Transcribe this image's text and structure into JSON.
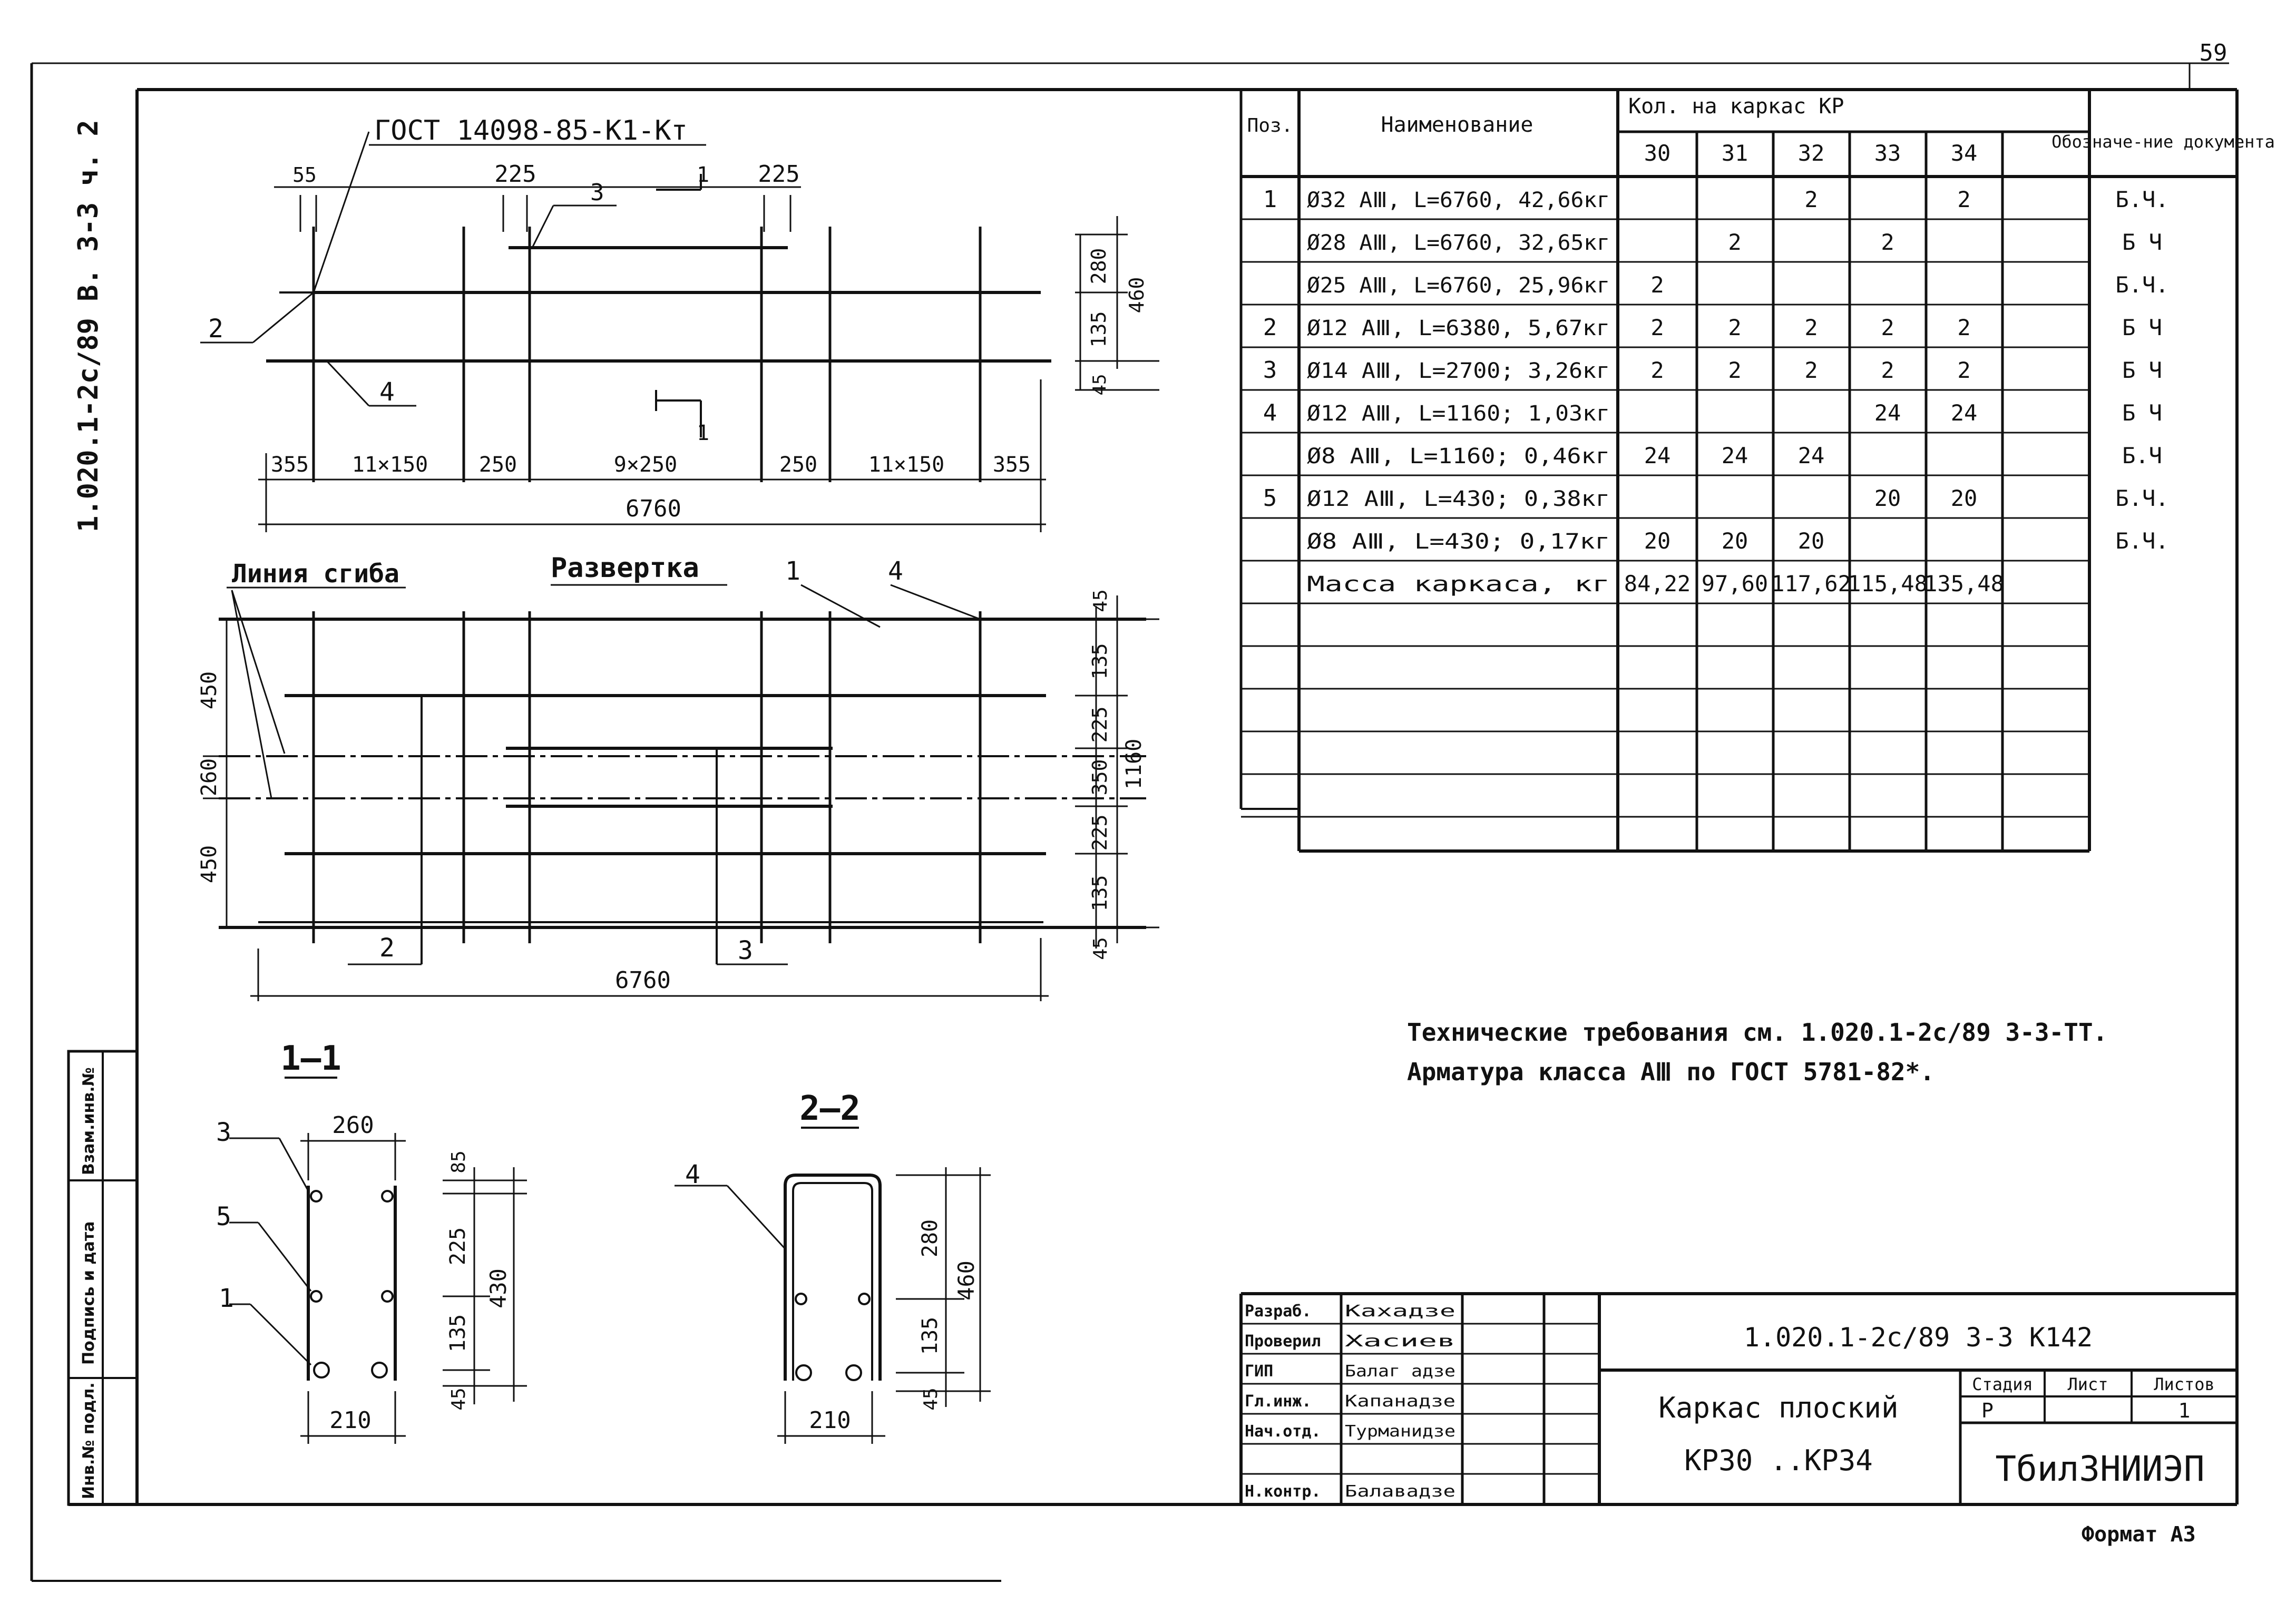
{
  "sheet_number": "59",
  "side_code": "1.020.1-2с/89 В. 3-3 ч. 2",
  "side_stamp": [
    "Инв.№ подл.",
    "Подпись и дата",
    "Взам.инв.№"
  ],
  "drawing": {
    "gost_label": "ГОСТ 14098-85-К1-Кт",
    "bend_line_label": "Линия сгиба",
    "unfold_label": "Развертка",
    "elevation": {
      "top_dims": [
        "55",
        "225",
        "225"
      ],
      "callouts": [
        "1",
        "2",
        "3",
        "4"
      ],
      "section_mark": "1",
      "right_dims": [
        "280",
        "135",
        "45",
        "460"
      ],
      "spacing": [
        "355",
        "11×150",
        "250",
        "9×250",
        "250",
        "11×150",
        "355"
      ],
      "total": "6760"
    },
    "unfold": {
      "callouts": [
        "1",
        "4",
        "2",
        "3"
      ],
      "right_dims": [
        "45",
        "135",
        "225",
        "350",
        "225",
        "135",
        "45",
        "1160"
      ],
      "left_dims": [
        "450",
        "260",
        "450"
      ],
      "total": "6760"
    },
    "section_1": {
      "title": "1–1",
      "callouts": [
        "3",
        "5",
        "1"
      ],
      "top_dim": "260",
      "right_dims": [
        "85",
        "225",
        "135",
        "45",
        "430"
      ],
      "bottom_dim": "210"
    },
    "section_2": {
      "title": "2–2",
      "callouts": [
        "4"
      ],
      "right_dims": [
        "280",
        "135",
        "45",
        "460"
      ],
      "bottom_dim": "210"
    }
  },
  "spec_table": {
    "headers": {
      "pos": "Поз.",
      "name": "Наименование",
      "qty": "Кол. на каркас КР",
      "doc": "Обозначе-ние документа",
      "variants": [
        "30",
        "31",
        "32",
        "33",
        "34",
        ""
      ]
    },
    "rows": [
      {
        "pos": "1",
        "name": "Ø32 АⅢ, L=6760, 42,66кг",
        "q": [
          "",
          "",
          "2",
          "",
          "2",
          ""
        ],
        "doc": "Б.Ч."
      },
      {
        "pos": "",
        "name": "Ø28 АⅢ, L=6760, 32,65кг",
        "q": [
          "",
          "2",
          "",
          "2",
          "",
          ""
        ],
        "doc": "Б Ч"
      },
      {
        "pos": "",
        "name": "Ø25 АⅢ, L=6760, 25,96кг",
        "q": [
          "2",
          "",
          "",
          "",
          "",
          ""
        ],
        "doc": "Б.Ч."
      },
      {
        "pos": "2",
        "name": "Ø12 АⅢ, L=6380, 5,67кг",
        "q": [
          "2",
          "2",
          "2",
          "2",
          "2",
          ""
        ],
        "doc": "Б Ч"
      },
      {
        "pos": "3",
        "name": "Ø14 АⅢ, L=2700; 3,26кг",
        "q": [
          "2",
          "2",
          "2",
          "2",
          "2",
          ""
        ],
        "doc": "Б Ч"
      },
      {
        "pos": "4",
        "name": "Ø12 АⅢ, L=1160; 1,03кг",
        "q": [
          "",
          "",
          "",
          "24",
          "24",
          ""
        ],
        "doc": "Б Ч"
      },
      {
        "pos": "",
        "name": "Ø8 АⅢ, L=1160; 0,46кг",
        "q": [
          "24",
          "24",
          "24",
          "",
          "",
          ""
        ],
        "doc": "Б.Ч"
      },
      {
        "pos": "5",
        "name": "Ø12 АⅢ, L=430; 0,38кг",
        "q": [
          "",
          "",
          "",
          "20",
          "20",
          ""
        ],
        "doc": "Б.Ч."
      },
      {
        "pos": "",
        "name": "Ø8 АⅢ, L=430; 0,17кг",
        "q": [
          "20",
          "20",
          "20",
          "",
          "",
          ""
        ],
        "doc": "Б.Ч."
      },
      {
        "pos": "",
        "name": "Масса каркаса, кг",
        "q": [
          "84,22",
          "97,60",
          "117,62",
          "115,48",
          "135,48",
          ""
        ],
        "doc": ""
      }
    ]
  },
  "notes": [
    "Технические требования см. 1.020.1-2с/89 3-3-ТТ.",
    "Арматура класса АⅢ по ГОСТ 5781-82*."
  ],
  "title_block": {
    "roles": [
      {
        "role": "Разраб.",
        "name": "Кахадзе"
      },
      {
        "role": "Проверил",
        "name": "Хасиев"
      },
      {
        "role": "ГИП",
        "name": "Балаг адзе"
      },
      {
        "role": "Гл.инж.",
        "name": "Капанадзе"
      },
      {
        "role": "Нач.отд.",
        "name": "Турманидзе"
      },
      {
        "role": "",
        "name": ""
      },
      {
        "role": "Н.контр.",
        "name": "Балавадзе"
      }
    ],
    "code": "1.020.1-2с/89 3-3 К142",
    "title_line1": "Каркас плоский",
    "title_line2": "КР30 ..КР34",
    "stage_label": "Стадия",
    "sheet_label": "Лист",
    "sheets_label": "Листов",
    "stage": "Р",
    "sheets": "1",
    "org": "ТбилЗНИИЭП"
  },
  "format": "Формат А3"
}
